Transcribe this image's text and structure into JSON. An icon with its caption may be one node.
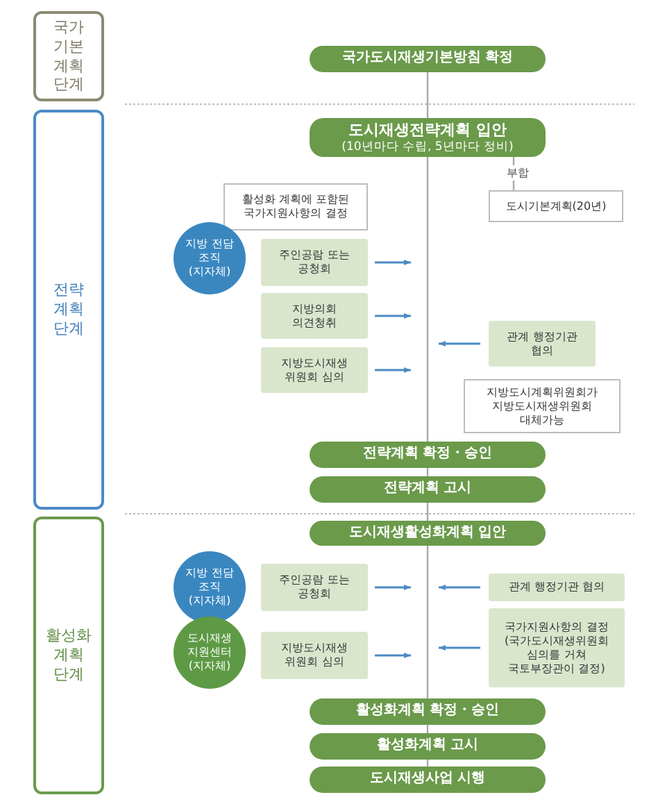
{
  "diagram": {
    "nodes": [
      {
        "text": [
          "국가 기본 계획 단계"
        ]
      },
      {
        "text": [
          "전략 계획 단계"
        ]
      },
      {
        "text": [
          "활성화 계획 단계"
        ]
      },
      {
        "text": [
          "국가도시재생기본방침 확정"
        ]
      },
      {
        "text": [
          "도시재생전략계획 입안",
          "(10년마다 수립, 5년마다 정비)"
        ]
      },
      {
        "text": [
          "도시기본계획(20년)"
        ]
      },
      {
        "text": [
          "활성화 계획에 포함된 국가지원사항의 결정"
        ]
      },
      {
        "text": [
          "지방 전담 조직 (지자체)"
        ]
      },
      {
        "text": [
          "주인공람 또는 공청회"
        ]
      },
      {
        "text": [
          "지방의회 의견청취"
        ]
      },
      {
        "text": [
          "지방도시재생 위원회 심의"
        ]
      },
      {
        "text": [
          "관계 행정기관 협의"
        ]
      },
      {
        "text": [
          "지방도시계획위원회가 지방도시재생위원회 대체가능"
        ]
      },
      {
        "text": [
          "전략계획 확정・승인"
        ]
      },
      {
        "text": [
          "전략계획 고시"
        ]
      },
      {
        "text": [
          "도시재생활성화계획 입안"
        ]
      },
      {
        "text": [
          "지방 전담 조직 (지자체)"
        ]
      },
      {
        "text": [
          "주인공람 또는 공청회"
        ]
      },
      {
        "text": [
          "관계 행정기관 협의"
        ]
      },
      {
        "text": [
          "도시재생 지원센터 (지자체)"
        ]
      },
      {
        "text": [
          "지방도시재생 위원회 심의"
        ]
      },
      {
        "text": [
          "국가지원사항의 결정 (국가도시재생위원회 심의를 거쳐 국토부장관이 결정)"
        ]
      },
      {
        "text": [
          "활성화계획 확정・승인"
        ]
      },
      {
        "text": [
          "활성화계획 고시"
        ]
      },
      {
        "text": [
          "도시재생사업 시행"
        ]
      }
    ],
    "edges": [
      {
        "from": 3,
        "to": 4,
        "arrow": "none"
      },
      {
        "from": 4,
        "to": 5,
        "arrow": "none",
        "label": "부합"
      },
      {
        "from": 4,
        "to": 13,
        "arrow": "none"
      },
      {
        "from": 13,
        "to": 14,
        "arrow": "none"
      },
      {
        "from": 14,
        "to": 15,
        "arrow": "none"
      },
      {
        "from": 15,
        "to": 22,
        "arrow": "none"
      },
      {
        "from": 22,
        "to": 23,
        "arrow": "none"
      },
      {
        "from": 23,
        "to": 24,
        "arrow": "none"
      },
      {
        "from": 8,
        "to": null,
        "arrow": "to",
        "color": "#4a8ac4"
      },
      {
        "from": 9,
        "to": null,
        "arrow": "to",
        "color": "#4a8ac4"
      },
      {
        "from": 10,
        "to": null,
        "arrow": "to",
        "color": "#4a8ac4"
      },
      {
        "from": 11,
        "to": null,
        "arrow": "to",
        "color": "#4a8ac4"
      },
      {
        "from": 17,
        "to": null,
        "arrow": "to",
        "color": "#4a8ac4"
      },
      {
        "from": 20,
        "to": null,
        "arrow": "to",
        "color": "#4a8ac4"
      },
      {
        "from": 18,
        "to": null,
        "arrow": "to",
        "color": "#4a8ac4"
      },
      {
        "from": 21,
        "to": null,
        "arrow": "to",
        "color": "#4a8ac4"
      }
    ]
  }
}
